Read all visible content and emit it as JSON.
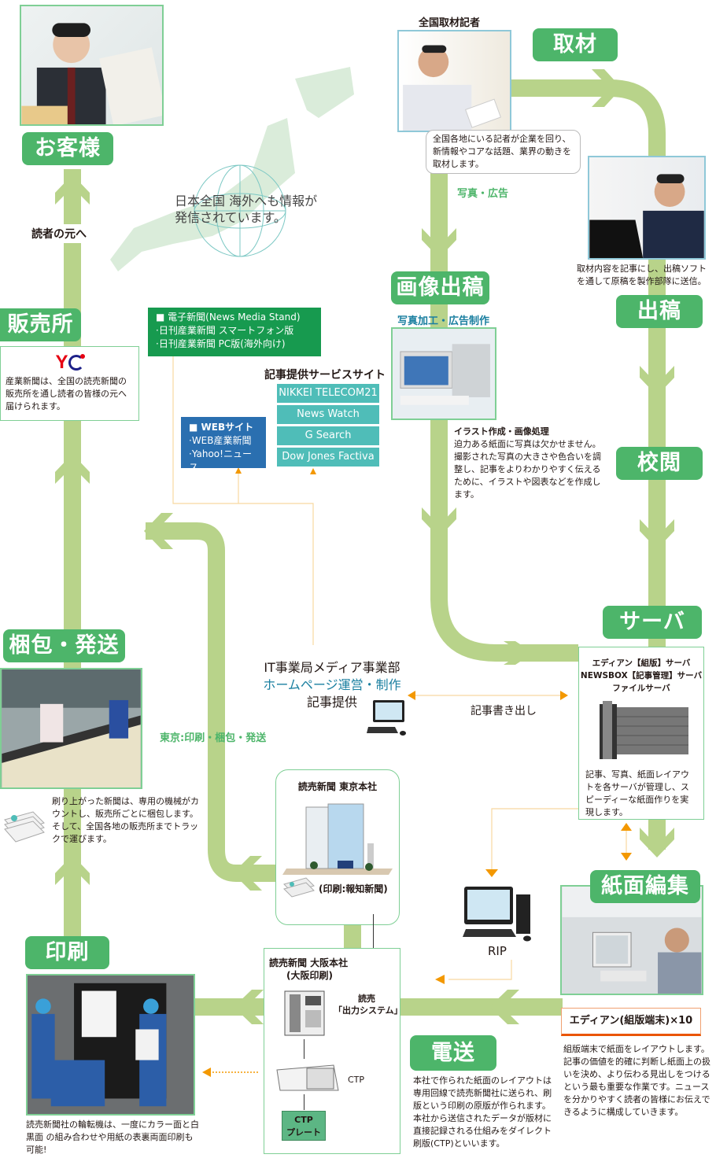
{
  "stages": {
    "customer": "お客様",
    "interview": "取材",
    "image_submission": "画像出稿",
    "submission": "出稿",
    "proofreading": "校閲",
    "server": "サーバ",
    "page_editing": "紙面編集",
    "transmission": "電送",
    "printing": "印刷",
    "packing_shipping": "梱包・発送",
    "sales_office": "販売所"
  },
  "labels": {
    "national_reporter": "全国取材記者",
    "photo_ad": "写真・広告",
    "photo_processing_ad_production": "写真加工・広告制作",
    "to_readers": "読者の元へ",
    "japan_message_line1": "日本全国  海外へも情報が",
    "japan_message_line2": "発信されています。",
    "tokyo_route": "東京:印刷・梱包・発送",
    "article_export": "記事書き出し",
    "rip": "RIP",
    "ctp": "CTP",
    "ctp_plate": "CTPプレート"
  },
  "descriptions": {
    "reporter": "全国各地にいる記者が企業を回り、新情報やコアな話題、業界の動きを取材します。",
    "submission": "取材内容を記事にし、出稿ソフトを通して原稿を製作部隊に送信。",
    "illustration_title": "イラスト作成・画像処理",
    "illustration_body": "迫力ある紙面に写真は欠かせません。撮影された写真の大きさや色合いを調整し、記事をよりわかりやすく伝えるために、イラストや図表などを作成します。",
    "sales_office": "産業新聞は、全国の読売新聞の販売所を通し読者の皆様の元へ届けられます。",
    "packing": "刷り上がった新聞は、専用の機械がカウントし、販売所ごとに梱包します。そして、全国各地の販売所までトラックで運びます。",
    "printing": "読売新聞社の輪転機は、一度にカラー面と白黒面 の組み合わせや用紙の表裏両面印刷も可能!",
    "transmission": "本社で作られた紙面のレイアウトは専用回線で読売新聞社に送られ、刷版という印刷の原版が作られます。本社から送信されたデータが版材に直接記録される仕組みをダイレクト刷版(CTP)といいます。",
    "page_editing": "組版端末で紙面をレイアウトします。記事の価値を的確に判断し紙面上の扱いを決め、より伝わる見出しをつけるという最も重要な作業です。ニュースを分かりやすく読者の皆様にお伝えできるように構成していきます。"
  },
  "server_box": {
    "lines": [
      "エディアン【組版】サーバ",
      "NEWSBOX【記事管理】サーバ",
      "ファイルサーバ"
    ],
    "description": "記事、写真、紙面レイアウトを各サーバが管理し、スピーディーな紙面作りを実現します。"
  },
  "editian_terminal": "エディアン(組版端末)×10",
  "it_dept": {
    "line1": "IT事業局メディア事業部",
    "line2": "ホームページ運営・制作",
    "line3": "記事提供"
  },
  "e_newspaper": {
    "title": "■ 電子新聞(News Media Stand)",
    "items": [
      "·日刊産業新聞 スマートフォン版",
      "·日刊産業新聞 PC版(海外向け)"
    ]
  },
  "website": {
    "title": "■ WEBサイト",
    "items": [
      "·WEB産業新聞",
      "·Yahoo!ニュース"
    ]
  },
  "article_services": {
    "title": "記事提供サービスサイト",
    "items": [
      "NIKKEI TELECOM21",
      "News Watch",
      "G Search",
      "Dow Jones Factiva"
    ]
  },
  "tokyo_hq": {
    "title": "読売新聞 東京本社",
    "note": "(印刷:報知新聞)"
  },
  "osaka_hq": {
    "title": "読売新聞 大阪本社",
    "subtitle": "(大阪印刷)",
    "system_line1": "読売",
    "system_line2": "「出力システム」"
  },
  "colors": {
    "stage_green": "#4db56a",
    "arrow_green": "#b8d38a",
    "service_teal": "#4fbdb8",
    "web_blue": "#2a6fb0",
    "enews_green": "#179a4f",
    "orange": "#f39800",
    "hp_blue": "#1a7fa0"
  }
}
